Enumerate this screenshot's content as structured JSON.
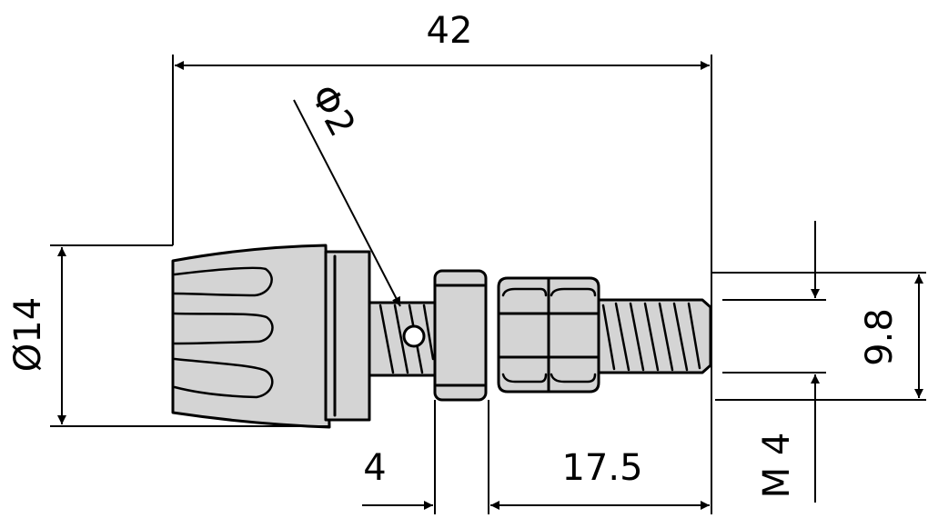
{
  "drawing": {
    "colors": {
      "line": "#000000",
      "body_fill": "#d4d4d4",
      "background": "#ffffff"
    },
    "dimensions": {
      "overall_length": "42",
      "hole_diameter": "Φ2",
      "body_diameter": "Ø14",
      "thread_envelope": "9.8",
      "collar_width": "4",
      "thread_length": "17.5",
      "thread_size": "M 4"
    }
  }
}
